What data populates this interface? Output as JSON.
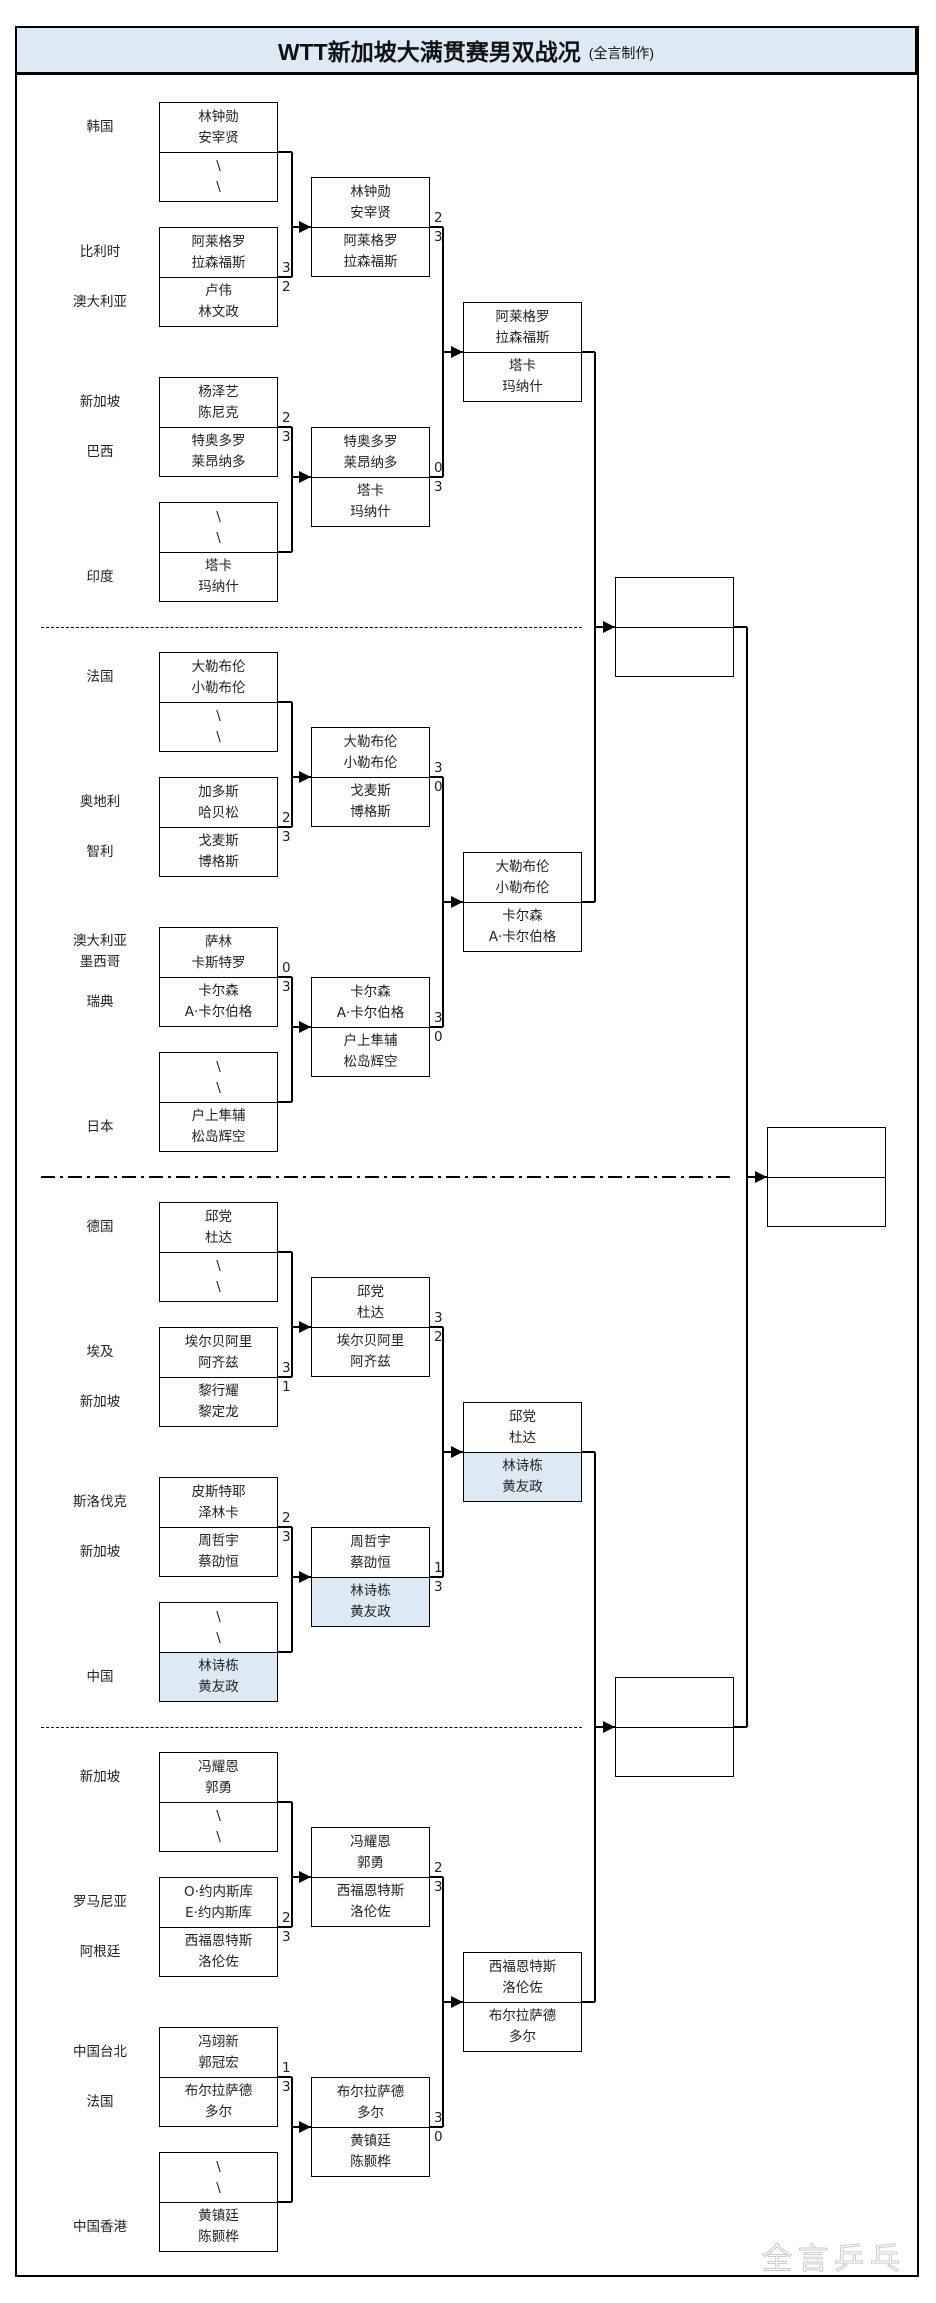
{
  "title": {
    "main": "WTT新加坡大满贯赛男双战况",
    "sub": "(全言制作)"
  },
  "watermark": "全言乒乓",
  "colors": {
    "highlight": "#ddeaf6",
    "title_bg": "#ddeaf6",
    "line": "#000000"
  },
  "quarters": [
    {
      "round1": [
        {
          "top": {
            "players": [
              "林钟勋",
              "安宰贤"
            ],
            "country": "韩国",
            "score": ""
          },
          "bottom": {
            "players": [
              "\\",
              "\\"
            ],
            "country": "",
            "score": ""
          }
        },
        {
          "top": {
            "players": [
              "阿莱格罗",
              "拉森福斯"
            ],
            "country": "比利时",
            "score": "3"
          },
          "bottom": {
            "players": [
              "卢伟",
              "林文政"
            ],
            "country": "澳大利亚",
            "score": "2"
          }
        },
        {
          "top": {
            "players": [
              "杨泽艺",
              "陈尼克"
            ],
            "country": "新加坡",
            "score": "2"
          },
          "bottom": {
            "players": [
              "特奥多罗",
              "莱昂纳多"
            ],
            "country": "巴西",
            "score": "3"
          }
        },
        {
          "top": {
            "players": [
              "\\",
              "\\"
            ],
            "country": "",
            "score": ""
          },
          "bottom": {
            "players": [
              "塔卡",
              "玛纳什"
            ],
            "country": "印度",
            "score": ""
          }
        }
      ],
      "round2": [
        {
          "top": {
            "players": [
              "林钟勋",
              "安宰贤"
            ],
            "score": "2"
          },
          "bottom": {
            "players": [
              "阿莱格罗",
              "拉森福斯"
            ],
            "score": "3"
          }
        },
        {
          "top": {
            "players": [
              "特奥多罗",
              "莱昂纳多"
            ],
            "score": "0"
          },
          "bottom": {
            "players": [
              "塔卡",
              "玛纳什"
            ],
            "score": "3"
          }
        }
      ],
      "round3": {
        "top": {
          "players": [
            "阿莱格罗",
            "拉森福斯"
          ],
          "score": ""
        },
        "bottom": {
          "players": [
            "塔卡",
            "玛纳什"
          ],
          "score": ""
        }
      }
    },
    {
      "round1": [
        {
          "top": {
            "players": [
              "大勒布伦",
              "小勒布伦"
            ],
            "country": "法国",
            "score": ""
          },
          "bottom": {
            "players": [
              "\\",
              "\\"
            ],
            "country": "",
            "score": ""
          }
        },
        {
          "top": {
            "players": [
              "加多斯",
              "哈贝松"
            ],
            "country": "奥地利",
            "score": "2"
          },
          "bottom": {
            "players": [
              "戈麦斯",
              "博格斯"
            ],
            "country": "智利",
            "score": "3"
          }
        },
        {
          "top": {
            "players": [
              "萨林",
              "卡斯特罗"
            ],
            "country": "澳大利亚\n墨西哥",
            "score": "0"
          },
          "bottom": {
            "players": [
              "卡尔森",
              "A·卡尔伯格"
            ],
            "country": "瑞典",
            "score": "3"
          }
        },
        {
          "top": {
            "players": [
              "\\",
              "\\"
            ],
            "country": "",
            "score": ""
          },
          "bottom": {
            "players": [
              "户上隼辅",
              "松岛辉空"
            ],
            "country": "日本",
            "score": ""
          }
        }
      ],
      "round2": [
        {
          "top": {
            "players": [
              "大勒布伦",
              "小勒布伦"
            ],
            "score": "3"
          },
          "bottom": {
            "players": [
              "戈麦斯",
              "博格斯"
            ],
            "score": "0"
          }
        },
        {
          "top": {
            "players": [
              "卡尔森",
              "A·卡尔伯格"
            ],
            "score": "3"
          },
          "bottom": {
            "players": [
              "户上隼辅",
              "松岛辉空"
            ],
            "score": "0"
          }
        }
      ],
      "round3": {
        "top": {
          "players": [
            "大勒布伦",
            "小勒布伦"
          ],
          "score": ""
        },
        "bottom": {
          "players": [
            "卡尔森",
            "A·卡尔伯格"
          ],
          "score": ""
        }
      }
    },
    {
      "round1": [
        {
          "top": {
            "players": [
              "邱党",
              "杜达"
            ],
            "country": "德国",
            "score": ""
          },
          "bottom": {
            "players": [
              "\\",
              "\\"
            ],
            "country": "",
            "score": ""
          }
        },
        {
          "top": {
            "players": [
              "埃尔贝阿里",
              "阿齐兹"
            ],
            "country": "埃及",
            "score": "3"
          },
          "bottom": {
            "players": [
              "黎行耀",
              "黎定龙"
            ],
            "country": "新加坡",
            "score": "1"
          }
        },
        {
          "top": {
            "players": [
              "皮斯特耶",
              "泽林卡"
            ],
            "country": "斯洛伐克",
            "score": "2"
          },
          "bottom": {
            "players": [
              "周哲宇",
              "蔡劭恒"
            ],
            "country": "新加坡",
            "score": "3"
          }
        },
        {
          "top": {
            "players": [
              "\\",
              "\\"
            ],
            "country": "",
            "score": ""
          },
          "bottom": {
            "players": [
              "林诗栋",
              "黄友政"
            ],
            "country": "中国",
            "score": "",
            "highlight": true
          }
        }
      ],
      "round2": [
        {
          "top": {
            "players": [
              "邱党",
              "杜达"
            ],
            "score": "3"
          },
          "bottom": {
            "players": [
              "埃尔贝阿里",
              "阿齐兹"
            ],
            "score": "2"
          }
        },
        {
          "top": {
            "players": [
              "周哲宇",
              "蔡劭恒"
            ],
            "score": "1"
          },
          "bottom": {
            "players": [
              "林诗栋",
              "黄友政"
            ],
            "score": "3",
            "highlight": true
          }
        }
      ],
      "round3": {
        "top": {
          "players": [
            "邱党",
            "杜达"
          ],
          "score": ""
        },
        "bottom": {
          "players": [
            "林诗栋",
            "黄友政"
          ],
          "score": "",
          "highlight": true
        }
      }
    },
    {
      "round1": [
        {
          "top": {
            "players": [
              "冯耀恩",
              "郭勇"
            ],
            "country": "新加坡",
            "score": ""
          },
          "bottom": {
            "players": [
              "\\",
              "\\"
            ],
            "country": "",
            "score": ""
          }
        },
        {
          "top": {
            "players": [
              "O·约内斯库",
              "E·约内斯库"
            ],
            "country": "罗马尼亚",
            "score": "2"
          },
          "bottom": {
            "players": [
              "西福恩特斯",
              "洛伦佐"
            ],
            "country": "阿根廷",
            "score": "3"
          }
        },
        {
          "top": {
            "players": [
              "冯翊新",
              "郭冠宏"
            ],
            "country": "中国台北",
            "score": "1"
          },
          "bottom": {
            "players": [
              "布尔拉萨德",
              "多尔"
            ],
            "country": "法国",
            "score": "3"
          }
        },
        {
          "top": {
            "players": [
              "\\",
              "\\"
            ],
            "country": "",
            "score": ""
          },
          "bottom": {
            "players": [
              "黄镇廷",
              "陈颢桦"
            ],
            "country": "中国香港",
            "score": ""
          }
        }
      ],
      "round2": [
        {
          "top": {
            "players": [
              "冯耀恩",
              "郭勇"
            ],
            "score": "2"
          },
          "bottom": {
            "players": [
              "西福恩特斯",
              "洛伦佐"
            ],
            "score": "3"
          }
        },
        {
          "top": {
            "players": [
              "布尔拉萨德",
              "多尔"
            ],
            "score": "3"
          },
          "bottom": {
            "players": [
              "黄镇廷",
              "陈颢桦"
            ],
            "score": "0"
          }
        }
      ],
      "round3": {
        "top": {
          "players": [
            "西福恩特斯",
            "洛伦佐"
          ],
          "score": ""
        },
        "bottom": {
          "players": [
            "布尔拉萨德",
            "多尔"
          ],
          "score": ""
        }
      }
    }
  ],
  "semifinals": [
    {
      "top": {
        "players": [],
        "score": ""
      },
      "bottom": {
        "players": [],
        "score": ""
      }
    },
    {
      "top": {
        "players": [],
        "score": ""
      },
      "bottom": {
        "players": [],
        "score": ""
      }
    }
  ],
  "final": {
    "top": {
      "players": [],
      "score": ""
    },
    "bottom": {
      "players": [],
      "score": ""
    }
  }
}
